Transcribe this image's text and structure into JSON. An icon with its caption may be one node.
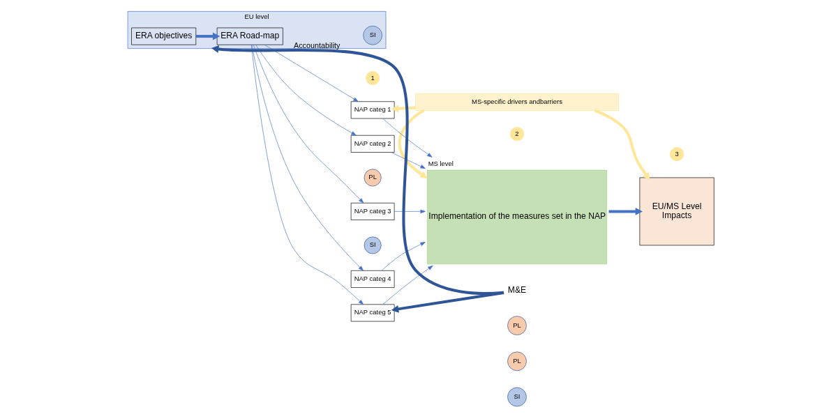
{
  "diagram": {
    "nodes": [
      {
        "text": [
          "MS-specific drivers andbarriers"
        ]
      },
      {
        "text": [
          "EU level"
        ]
      },
      {
        "text": [
          "ERA objectives"
        ],
        "in": 1
      },
      {
        "text": [
          "ERA Road-map"
        ],
        "in": 1
      },
      {
        "text": [
          "SI"
        ],
        "in": 1
      },
      {
        "text": [
          "NAP categ 1"
        ]
      },
      {
        "text": [
          "NAP categ 2"
        ]
      },
      {
        "text": [
          "NAP categ 3"
        ]
      },
      {
        "text": [
          "NAP categ 4"
        ]
      },
      {
        "text": [
          "NAP categ 5"
        ]
      },
      {
        "text": [
          "PL"
        ]
      },
      {
        "text": [
          "SI"
        ]
      },
      {
        "text": [
          "Implementation of the measures set in the NAP"
        ],
        "beside": [
          "MS level"
        ]
      },
      {
        "text": [
          "EU/MS Level",
          "Impacts"
        ]
      },
      {
        "text": [
          "M&E"
        ]
      },
      {
        "text": [
          "PL"
        ]
      },
      {
        "text": [
          "PL"
        ]
      },
      {
        "text": [
          "SI"
        ]
      },
      {
        "text": [
          "1"
        ]
      },
      {
        "text": [
          "2"
        ]
      },
      {
        "text": [
          "3"
        ]
      }
    ],
    "edges": [
      {
        "from": 2,
        "to": 3,
        "arrow": "to",
        "style": "thick"
      },
      {
        "from": 3,
        "to": 5,
        "arrow": "to"
      },
      {
        "from": 3,
        "to": 6,
        "arrow": "to"
      },
      {
        "from": 3,
        "to": 7,
        "arrow": "to"
      },
      {
        "from": 3,
        "to": 8,
        "arrow": "to"
      },
      {
        "from": 3,
        "to": 9,
        "arrow": "to"
      },
      {
        "from": 5,
        "to": 12,
        "arrow": "to"
      },
      {
        "from": 6,
        "to": 12,
        "arrow": "to"
      },
      {
        "from": 7,
        "to": 12,
        "arrow": "to"
      },
      {
        "from": 8,
        "to": 12,
        "arrow": "to"
      },
      {
        "from": 9,
        "to": 12,
        "arrow": "to"
      },
      {
        "from": 12,
        "to": 13,
        "arrow": "to",
        "style": "thick"
      },
      {
        "from": 14,
        "to": 1,
        "arrow": "to",
        "style": "thick",
        "color": "#2f5597",
        "label": "Accountability"
      },
      {
        "from": 14,
        "to": 9,
        "arrow": "to",
        "style": "thick",
        "color": "#2f5597"
      },
      {
        "from": 0,
        "to": 5,
        "arrow": "to",
        "style": "thick",
        "color": "#ffe699"
      },
      {
        "from": 0,
        "to": 12,
        "arrow": "to",
        "style": "thick",
        "color": "#ffe699"
      },
      {
        "from": 0,
        "to": 13,
        "arrow": "to",
        "style": "thick",
        "color": "#ffe699"
      }
    ]
  }
}
